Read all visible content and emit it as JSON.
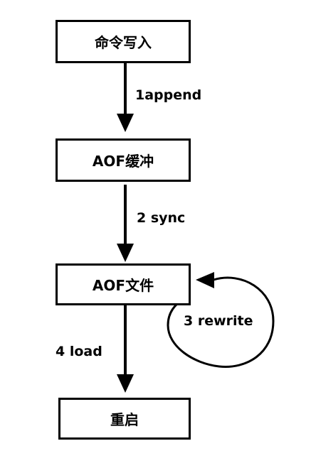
{
  "nodes": {
    "write": "命令写入",
    "buffer": "AOF缓冲",
    "file": "AOF文件",
    "restart": "重启"
  },
  "edges": {
    "append": "1append",
    "sync": "2 sync",
    "rewrite": "3 rewrite",
    "load": "4 load"
  },
  "colors": {
    "stroke": "#000000",
    "background": "#ffffff"
  }
}
